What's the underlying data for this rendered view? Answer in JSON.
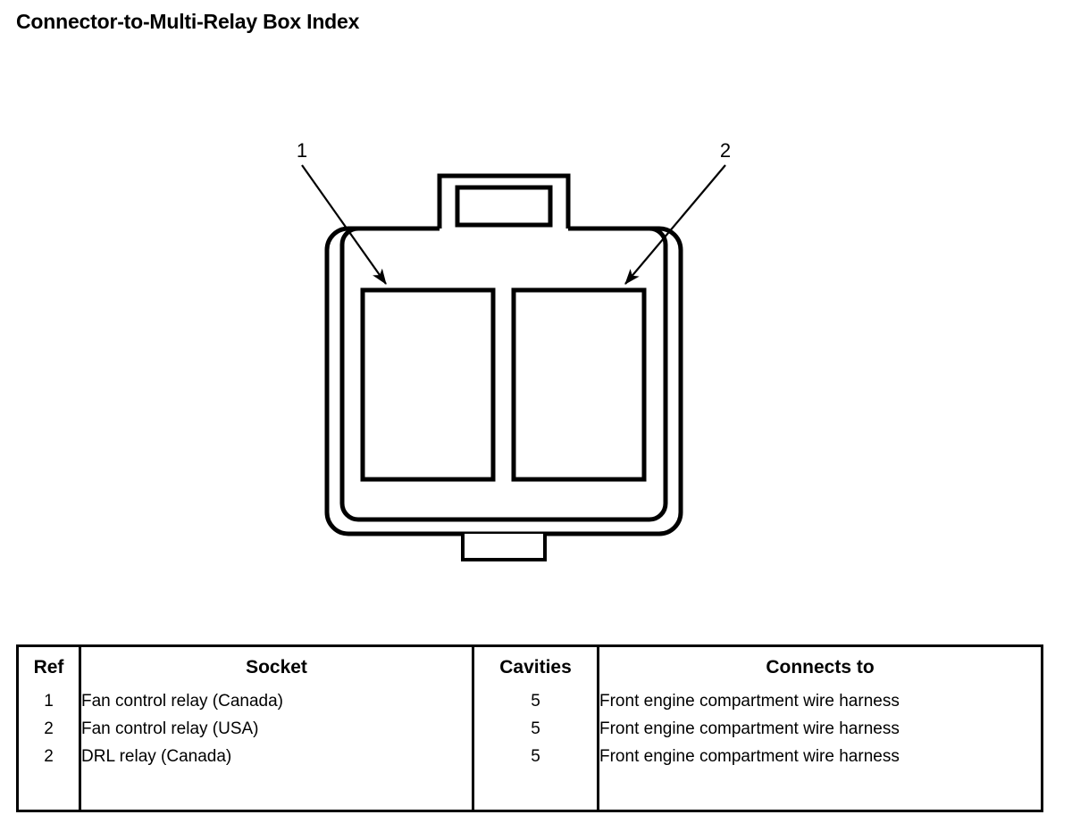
{
  "page": {
    "title": "Connector-to-Multi-Relay Box Index"
  },
  "diagram": {
    "name": "multi-relay-box-connector-diagram",
    "callouts": [
      {
        "label": "1",
        "points_to": "left-socket"
      },
      {
        "label": "2",
        "points_to": "right-socket"
      }
    ],
    "parts": [
      {
        "name": "outer-shell",
        "shape": "rounded-rectangle"
      },
      {
        "name": "inner-outline",
        "shape": "rounded-rectangle"
      },
      {
        "name": "top-locking-tab",
        "shape": "rectangle"
      },
      {
        "name": "top-locking-tab-window",
        "shape": "rectangle"
      },
      {
        "name": "bottom-tab",
        "shape": "rectangle"
      },
      {
        "name": "left-socket",
        "shape": "rectangle"
      },
      {
        "name": "right-socket",
        "shape": "rectangle"
      }
    ],
    "line_color": "#000000"
  },
  "table": {
    "headers": {
      "ref": "Ref",
      "socket": "Socket",
      "cavities": "Cavities",
      "connects_to": "Connects to"
    },
    "rows": [
      {
        "ref": "1",
        "socket": "Fan control relay (Canada)",
        "cavities": "5",
        "connects_to": "Front engine compartment wire harness"
      },
      {
        "ref": "2",
        "socket": "Fan control relay (USA)",
        "cavities": "5",
        "connects_to": "Front engine compartment wire harness"
      },
      {
        "ref": "2",
        "socket": "DRL relay (Canada)",
        "cavities": "5",
        "connects_to": "Front engine compartment wire harness"
      }
    ]
  }
}
